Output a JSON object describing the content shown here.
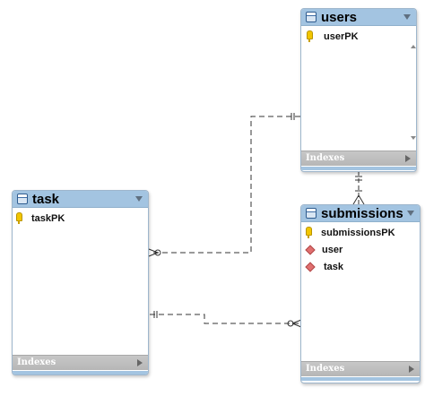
{
  "diagram": {
    "entities": {
      "users": {
        "title": "users",
        "fields": [
          {
            "name": "userPK",
            "key": "primary"
          }
        ],
        "footer": "Indexes"
      },
      "task": {
        "title": "task",
        "fields": [
          {
            "name": "taskPK",
            "key": "primary"
          }
        ],
        "footer": "Indexes"
      },
      "submissions": {
        "title": "submissions",
        "fields": [
          {
            "name": "submissionsPK",
            "key": "primary"
          },
          {
            "name": "user",
            "key": "foreign"
          },
          {
            "name": "task",
            "key": "foreign"
          }
        ],
        "footer": "Indexes"
      }
    },
    "relationships": [
      {
        "from": "users",
        "to": "task",
        "from_cardinality": "one-and-only-one",
        "to_cardinality": "zero-or-many",
        "style": "dashed"
      },
      {
        "from": "users",
        "to": "submissions",
        "from_cardinality": "one-and-only-one",
        "to_cardinality": "one-or-many",
        "style": "dashed"
      },
      {
        "from": "task",
        "to": "submissions",
        "from_cardinality": "one-and-only-one",
        "to_cardinality": "zero-or-many",
        "style": "dashed"
      }
    ],
    "colors": {
      "header": "#a3c4e1",
      "footer": "#bdbdbd",
      "connector": "#333333",
      "primary_key": "#f2c600",
      "foreign_key": "#e06f6f"
    }
  }
}
